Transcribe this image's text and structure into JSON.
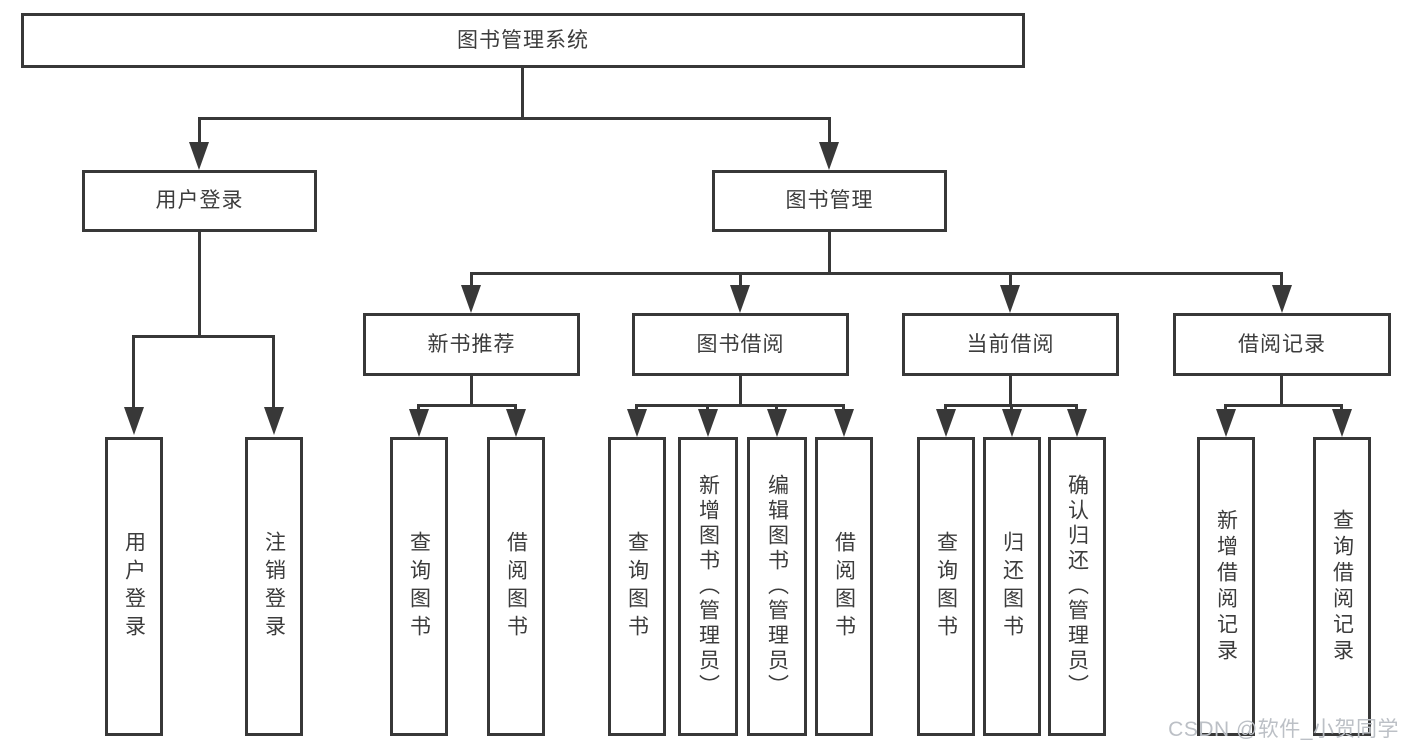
{
  "colors": {
    "line": "#383838",
    "text": "#3c3c3c",
    "background": "#ffffff",
    "watermark_text": "#bcc0c6"
  },
  "root": {
    "label": "图书管理系统"
  },
  "level2": {
    "user_login": {
      "label": "用户登录"
    },
    "book_mgmt": {
      "label": "图书管理"
    }
  },
  "level3": {
    "new_book_rec": {
      "label": "新书推荐"
    },
    "book_borrow": {
      "label": "图书借阅"
    },
    "current_borrow": {
      "label": "当前借阅"
    },
    "borrow_records": {
      "label": "借阅记录"
    }
  },
  "leaves": {
    "user_login": {
      "label": "用户登录"
    },
    "logout": {
      "label": "注销登录"
    },
    "newbook_query_books": {
      "label": "查询图书"
    },
    "newbook_borrow_books": {
      "label": "借阅图书"
    },
    "borrow_query_books": {
      "label": "查询图书"
    },
    "borrow_add_books": {
      "label": "新增图书（管理员）"
    },
    "borrow_edit_books": {
      "label": "编辑图书（管理员）"
    },
    "borrow_borrow_books": {
      "label": "借阅图书"
    },
    "current_query_books": {
      "label": "查询图书"
    },
    "current_return_books": {
      "label": "归还图书"
    },
    "current_confirm_return": {
      "label": "确认归还（管理员）"
    },
    "records_add_record": {
      "label": "新增借阅记录"
    },
    "records_query_record": {
      "label": "查询借阅记录"
    }
  },
  "watermark": {
    "label": "CSDN @软件_小贺同学"
  }
}
